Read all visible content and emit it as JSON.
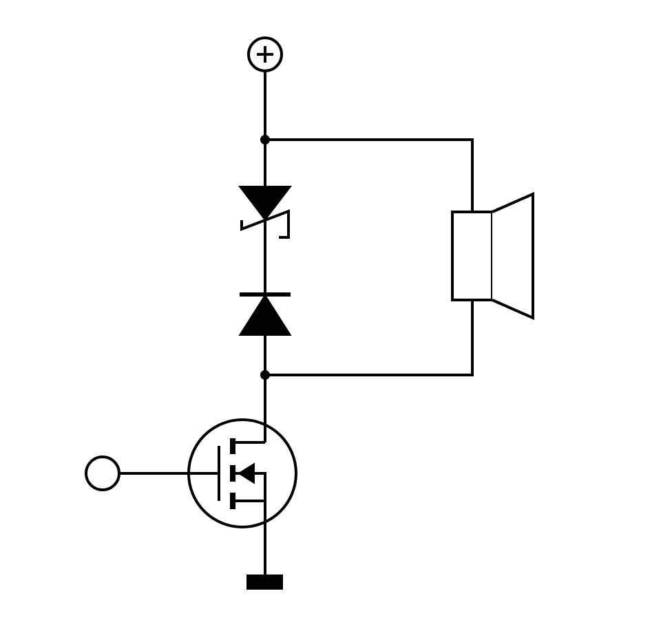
{
  "diagram": {
    "type": "circuit-schematic",
    "components": [
      {
        "name": "positive-supply-terminal",
        "symbol": "plus-in-circle"
      },
      {
        "name": "zener-diode",
        "symbol": "zener"
      },
      {
        "name": "diode",
        "symbol": "diode"
      },
      {
        "name": "speaker",
        "symbol": "loudspeaker"
      },
      {
        "name": "mosfet",
        "symbol": "n-channel-enhancement-mosfet"
      },
      {
        "name": "gate-input-terminal",
        "symbol": "open-circle"
      },
      {
        "name": "ground",
        "symbol": "ground-bar"
      }
    ],
    "colors": {
      "line": "#000000",
      "background": "#ffffff"
    }
  }
}
